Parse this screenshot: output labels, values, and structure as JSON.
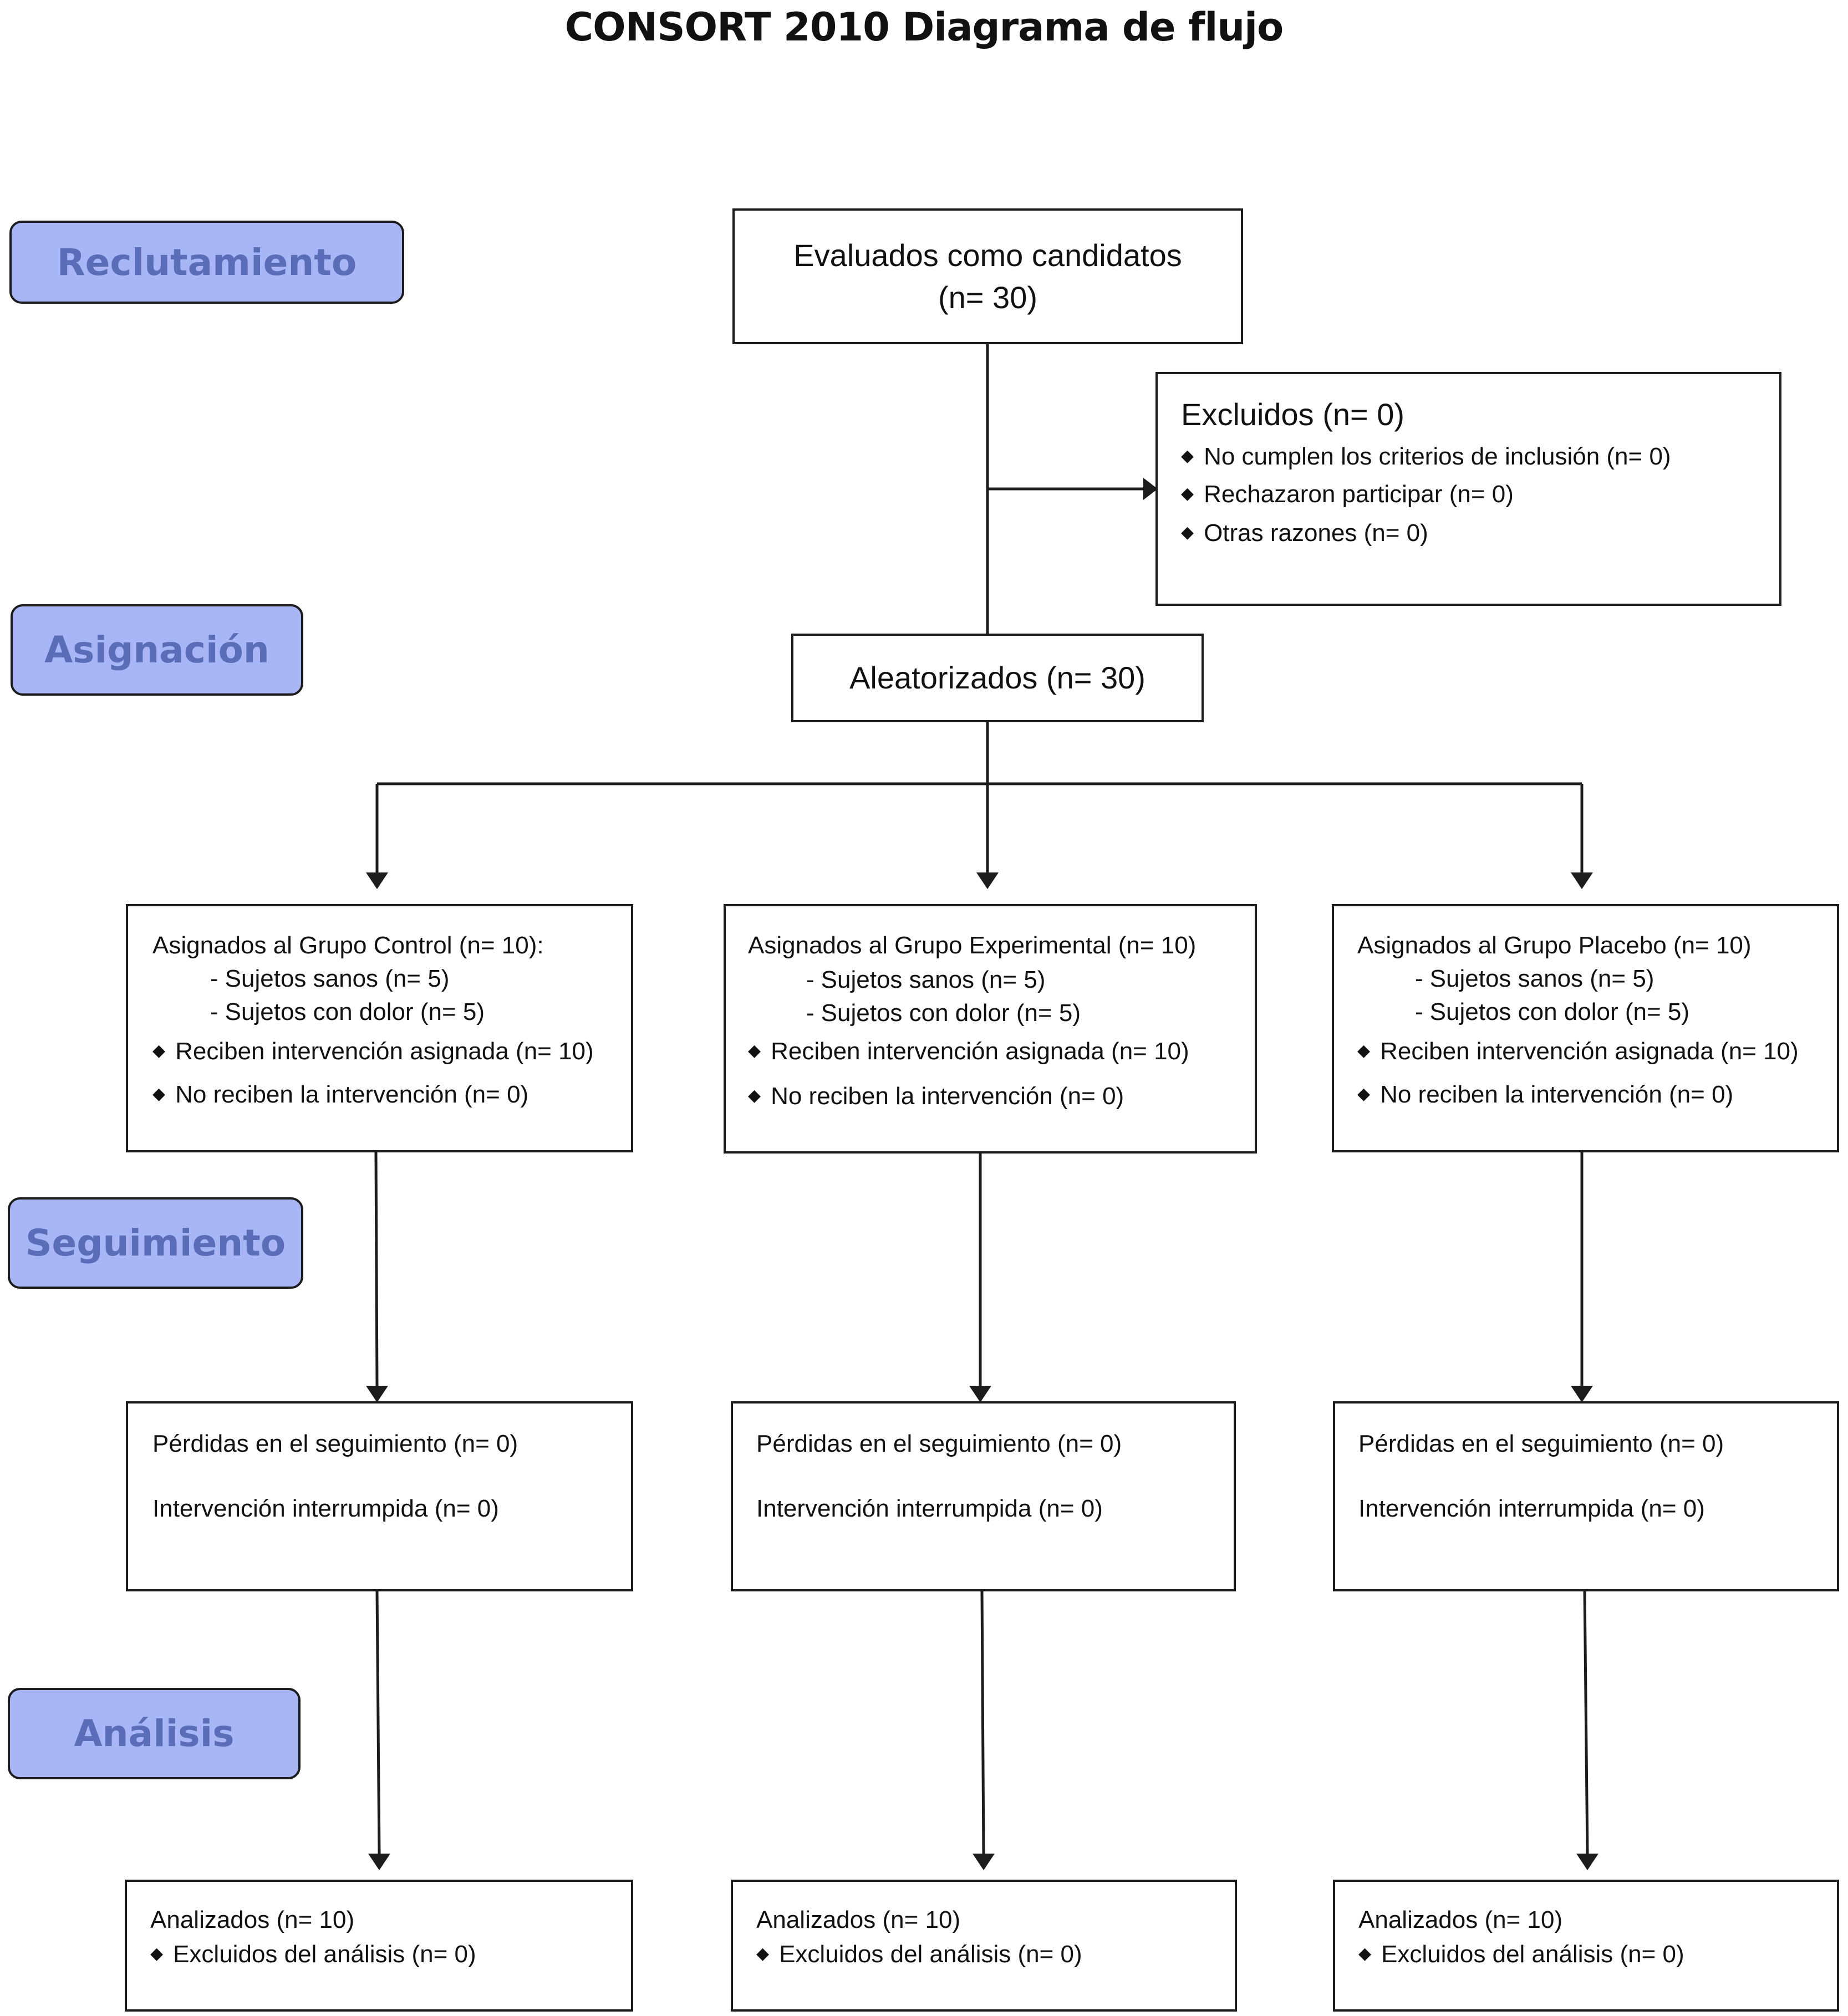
{
  "title": "CONSORT 2010 Diagrama de flujo",
  "stages": {
    "recruitment": "Reclutamiento",
    "allocation": "Asignación",
    "followup": "Seguimiento",
    "analysis": "Análisis"
  },
  "assessed": {
    "line1": "Evaluados como candidatos",
    "line2": "(n= 30)"
  },
  "excluded": {
    "header": "Excluidos (n= 0)",
    "items": [
      "No cumplen los criterios de inclusión (n= 0)",
      "Rechazaron participar (n= 0)",
      "Otras razones (n= 0)"
    ]
  },
  "randomized": "Aleatorizados (n= 30)",
  "bullet_glyph": "◆",
  "dash_glyph": "-",
  "groups": [
    {
      "allocated": "Asignados al Grupo Control (n= 10):",
      "healthy": "Sujetos sanos (n= 5)",
      "pain": "Sujetos con dolor (n= 5)",
      "received": "Reciben intervención asignada (n= 10)",
      "not_received": "No reciben la intervención (n= 0)",
      "lost": "Pérdidas en el seguimiento (n= 0)",
      "discontinued": "Intervención interrumpida (n= 0)",
      "analysed": "Analizados (n= 10)",
      "excluded_analysis": "Excluidos del análisis (n= 0)"
    },
    {
      "allocated": "Asignados al Grupo Experimental (n= 10)",
      "healthy": "Sujetos sanos (n= 5)",
      "pain": "Sujetos con dolor (n= 5)",
      "received": "Reciben intervención asignada (n= 10)",
      "not_received": "No reciben la intervención (n= 0)",
      "lost": "Pérdidas en el seguimiento (n= 0)",
      "discontinued": "Intervención interrumpida (n= 0)",
      "analysed": "Analizados (n= 10)",
      "excluded_analysis": "Excluidos del análisis (n= 0)"
    },
    {
      "allocated": "Asignados al Grupo Placebo (n= 10)",
      "healthy": "Sujetos sanos (n= 5)",
      "pain": "Sujetos con dolor (n= 5)",
      "received": "Reciben intervención asignada (n= 10)",
      "not_received": "No reciben la intervención (n= 0)",
      "lost": "Pérdidas en el seguimiento (n= 0)",
      "discontinued": "Intervención interrumpida (n= 0)",
      "analysed": "Analizados (n= 10)",
      "excluded_analysis": "Excluidos del análisis (n= 0)"
    }
  ],
  "colors": {
    "stage_fill": "#a8b6f5",
    "stage_text": "#5a6db8",
    "border": "#1c1c1c"
  }
}
